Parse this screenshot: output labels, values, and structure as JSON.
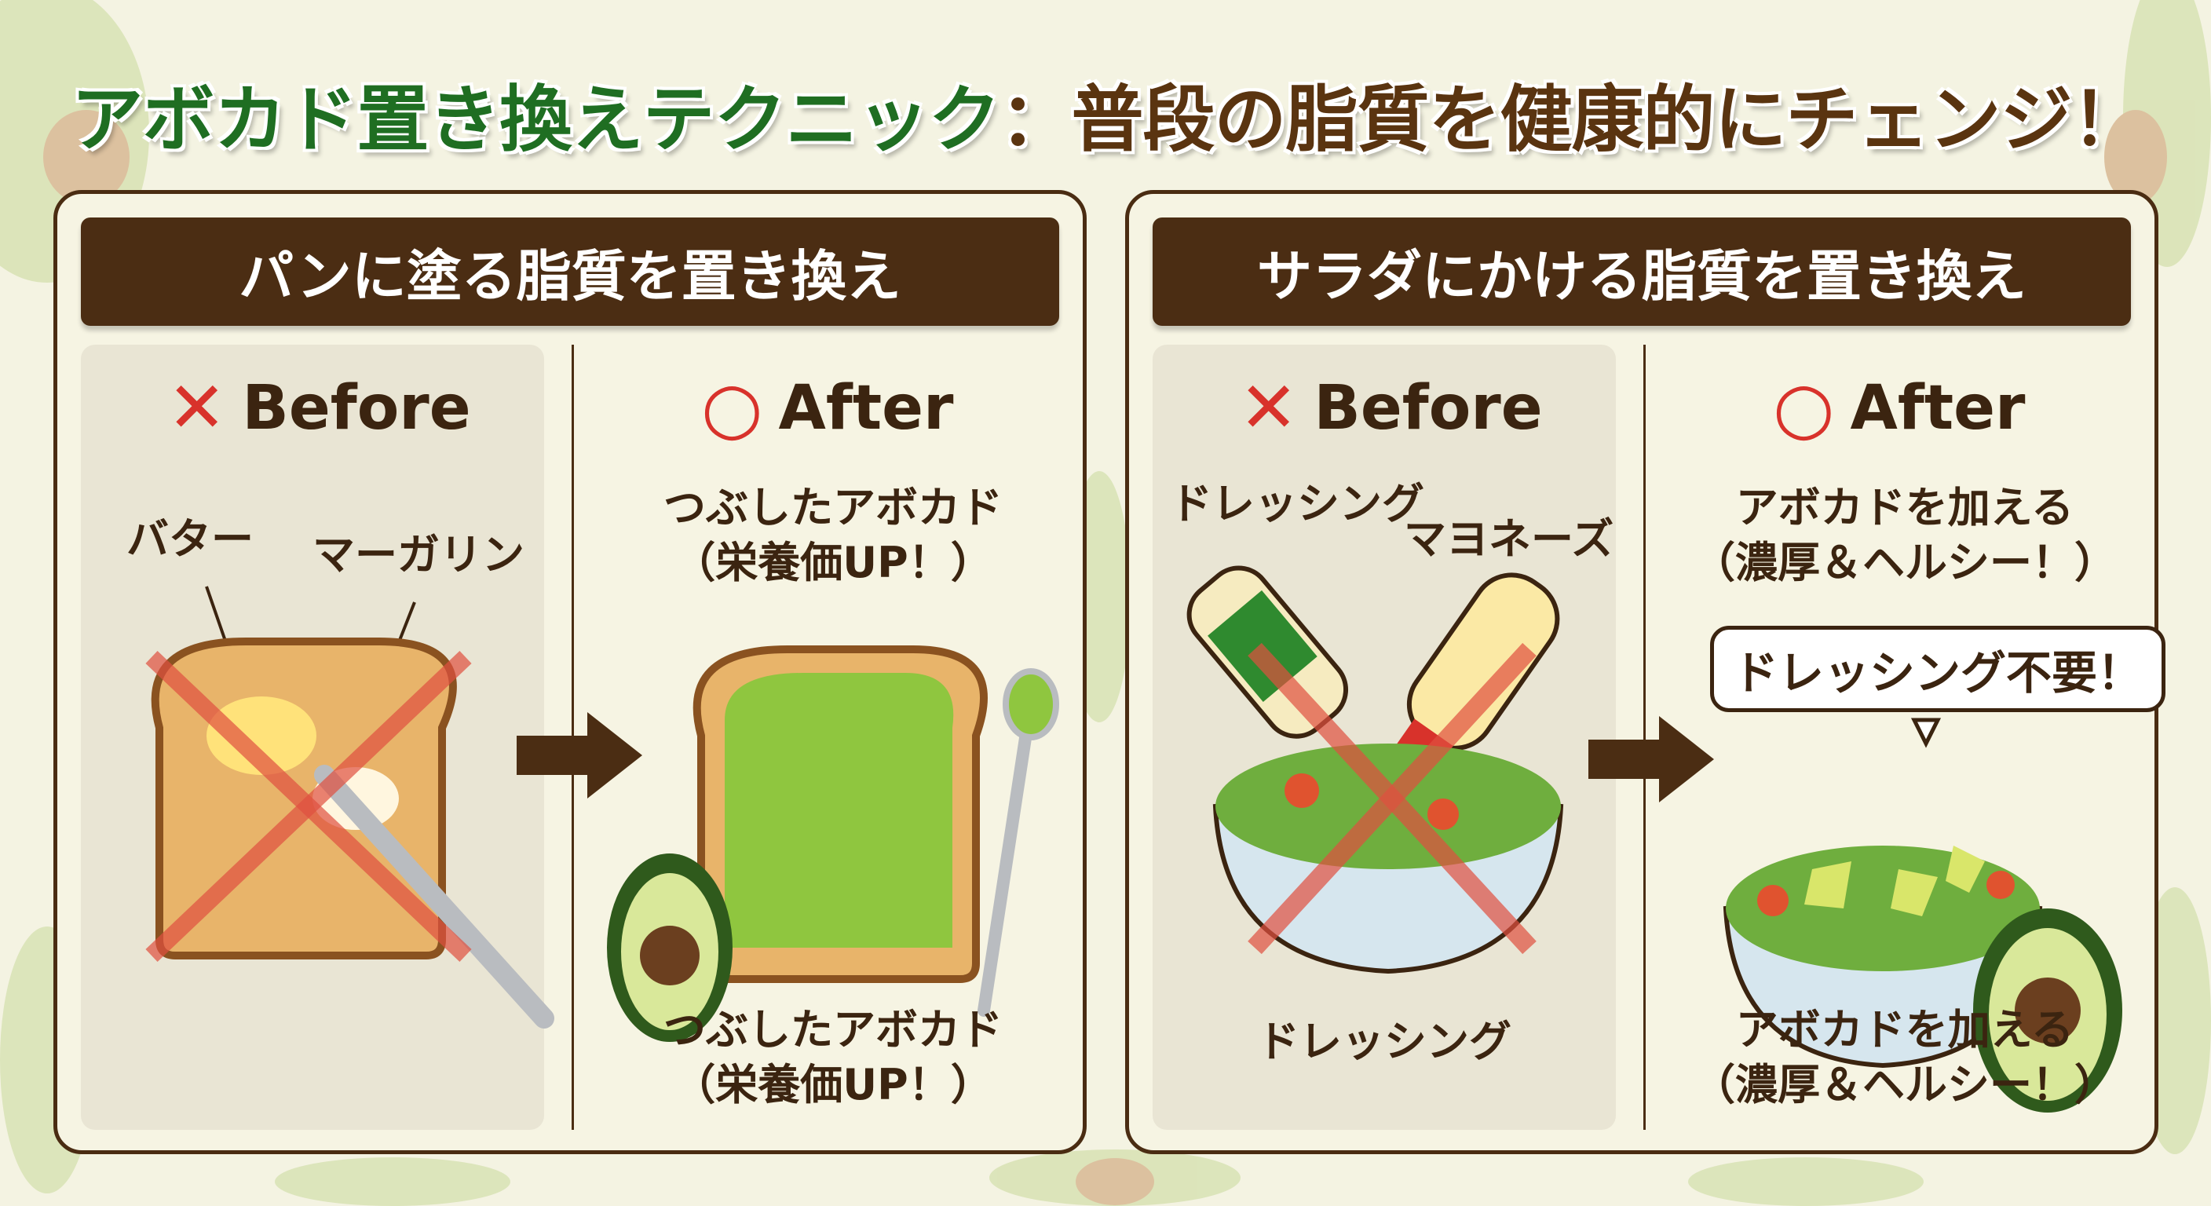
{
  "title": {
    "part1": "アボカド置き換えテクニック",
    "part2": "：普段の脂質を健康的にチェンジ！"
  },
  "colors": {
    "title_green": "#1f6e22",
    "brown": "#4b2d13",
    "cross_red": "#d8322b",
    "avocado": "#8fc63f"
  },
  "panels": [
    {
      "header": "パンに塗る脂質を置き換え",
      "before": {
        "mark": "✕",
        "label": "Before",
        "callouts": [
          "バター",
          "マーガリン"
        ],
        "caption": ""
      },
      "after": {
        "mark": "○",
        "label": "After",
        "top_line1": "つぶしたアボカド",
        "top_line2": "（栄養価UP！）",
        "bottom_line1": "つぶしたアボカド",
        "bottom_line2": "（栄養価UP！）"
      }
    },
    {
      "header": "サラダにかける脂質を置き換え",
      "before": {
        "mark": "✕",
        "label": "Before",
        "callouts": [
          "ドレッシング",
          "マヨネーズ"
        ],
        "caption": "ドレッシング"
      },
      "after": {
        "mark": "○",
        "label": "After",
        "top_line1": "アボカドを加える",
        "top_line2": "（濃厚＆ヘルシー！）",
        "bubble": "ドレッシング不要！",
        "bottom_line1": "アボカドを加える",
        "bottom_line2": "（濃厚＆ヘルシー！）"
      }
    }
  ]
}
